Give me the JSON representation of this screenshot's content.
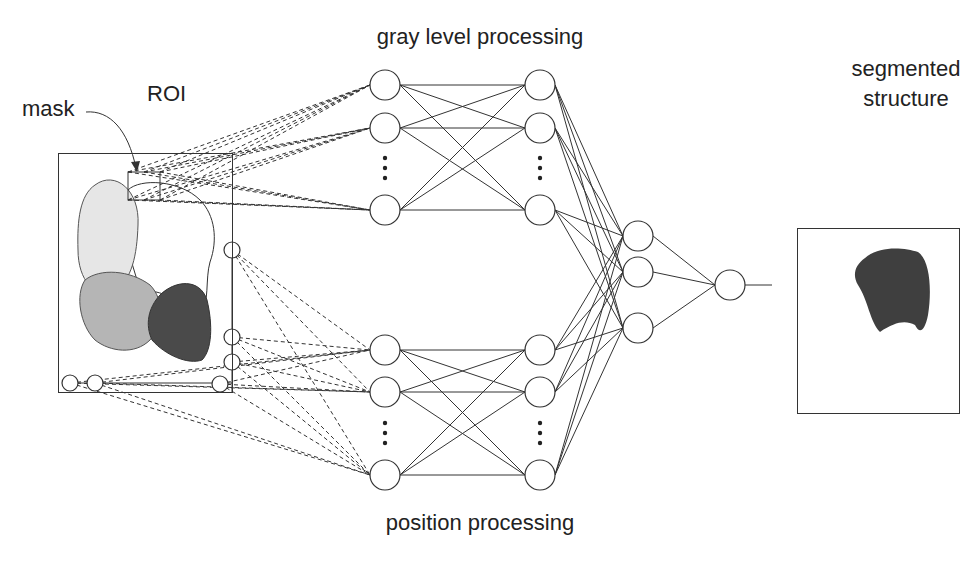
{
  "diagram": {
    "nodes": [
      {
        "text": [
          "ROI"
        ]
      },
      {
        "text": [
          "segmented structure"
        ]
      }
    ],
    "labels": [
      "gray level processing",
      "position processing",
      "mask"
    ]
  }
}
